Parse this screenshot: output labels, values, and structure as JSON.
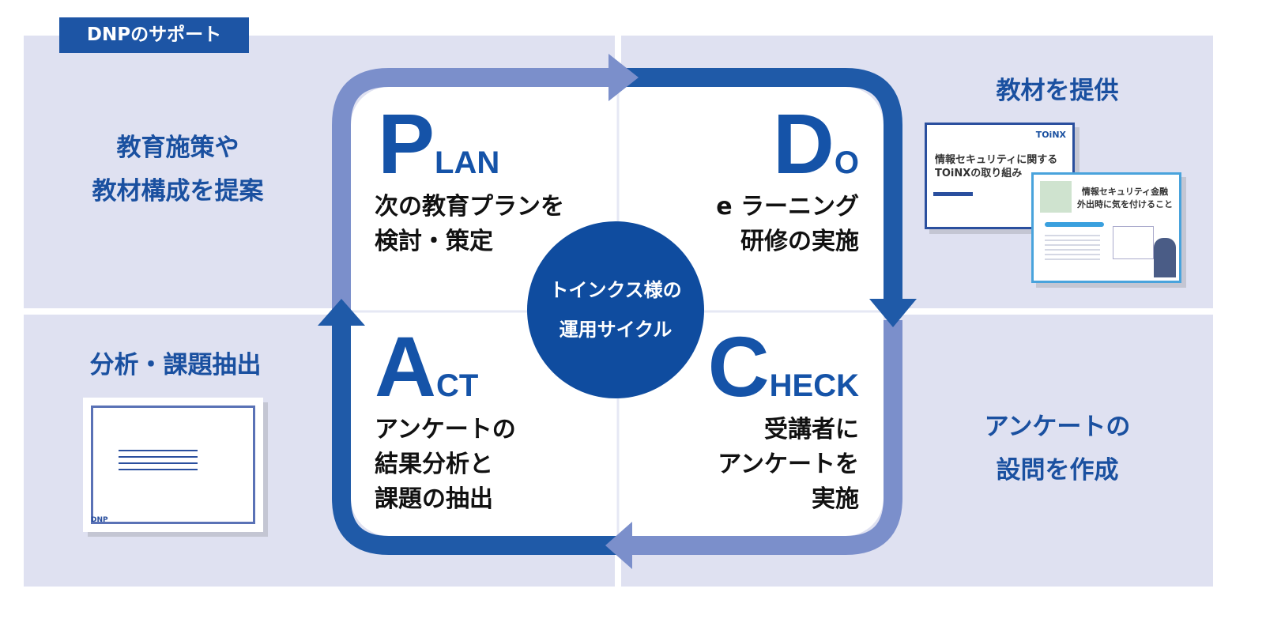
{
  "badge": "DNPのサポート",
  "side": {
    "top_left": [
      "教育施策や",
      "教材構成を提案"
    ],
    "top_right": "教材を提供",
    "bottom_left": "分析・課題抽出",
    "bottom_right": [
      "アンケートの",
      "設問を作成"
    ]
  },
  "cycle": {
    "center": [
      "トインクス様の",
      "運用サイクル"
    ],
    "plan": {
      "cap": "P",
      "rest": "LAN",
      "desc": [
        "次の教育プランを",
        "検討・策定"
      ]
    },
    "do": {
      "cap": "D",
      "rest": "O",
      "desc": [
        "e ラーニング",
        "研修の実施"
      ]
    },
    "check": {
      "cap": "C",
      "rest": "HECK",
      "desc": [
        "受講者に",
        "アンケートを",
        "実施"
      ]
    },
    "act": {
      "cap": "A",
      "rest": "CT",
      "desc": [
        "アンケートの",
        "結果分析と",
        "課題の抽出"
      ]
    }
  },
  "thumbnails": {
    "material1": {
      "title": [
        "情報セキュリティに関する",
        "TOiNXの取り組み"
      ],
      "logo": "TOiNX"
    },
    "material2": {
      "title": [
        "情報セキュリティ金融",
        "外出時に気を付けること"
      ]
    },
    "report": {
      "logo": "DNP"
    }
  },
  "colors": {
    "panel": "#dfe1f1",
    "arrow_light": "#7b8fcb",
    "arrow_dark": "#1f5aa8",
    "accent": "#1553a8"
  }
}
